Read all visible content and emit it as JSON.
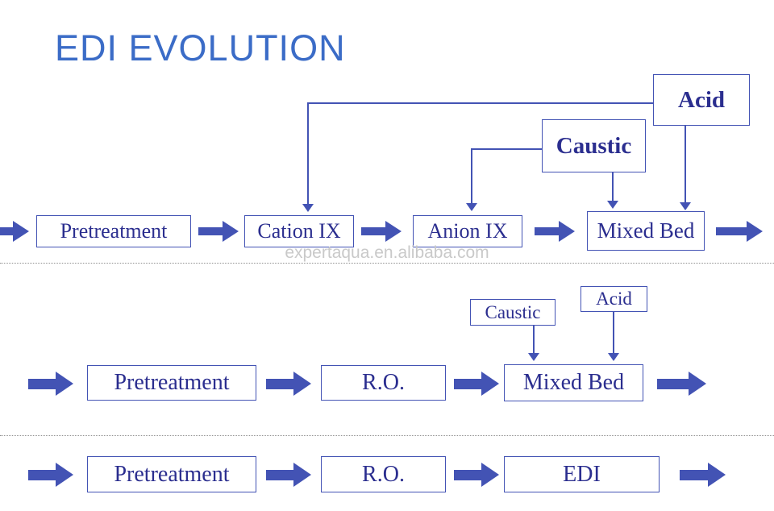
{
  "title": "EDI EVOLUTION",
  "watermark": "expertaqua.en.alibaba.com",
  "colors": {
    "title-color": "#3b6cc7",
    "line-color": "#4353b4",
    "arrow-color": "#4353b4",
    "text-color": "#2b2e8f",
    "watermark-color": "#c9c9c9"
  },
  "row1": {
    "stage1": "Pretreatment",
    "stage2": "Cation IX",
    "stage3": "Anion IX",
    "stage4": "Mixed Bed",
    "acid": "Acid",
    "caustic": "Caustic"
  },
  "row2": {
    "stage1": "Pretreatment",
    "stage2": "R.O.",
    "stage3": "Mixed Bed",
    "caustic": "Caustic",
    "acid": "Acid"
  },
  "row3": {
    "stage1": "Pretreatment",
    "stage2": "R.O.",
    "stage3": "EDI"
  }
}
